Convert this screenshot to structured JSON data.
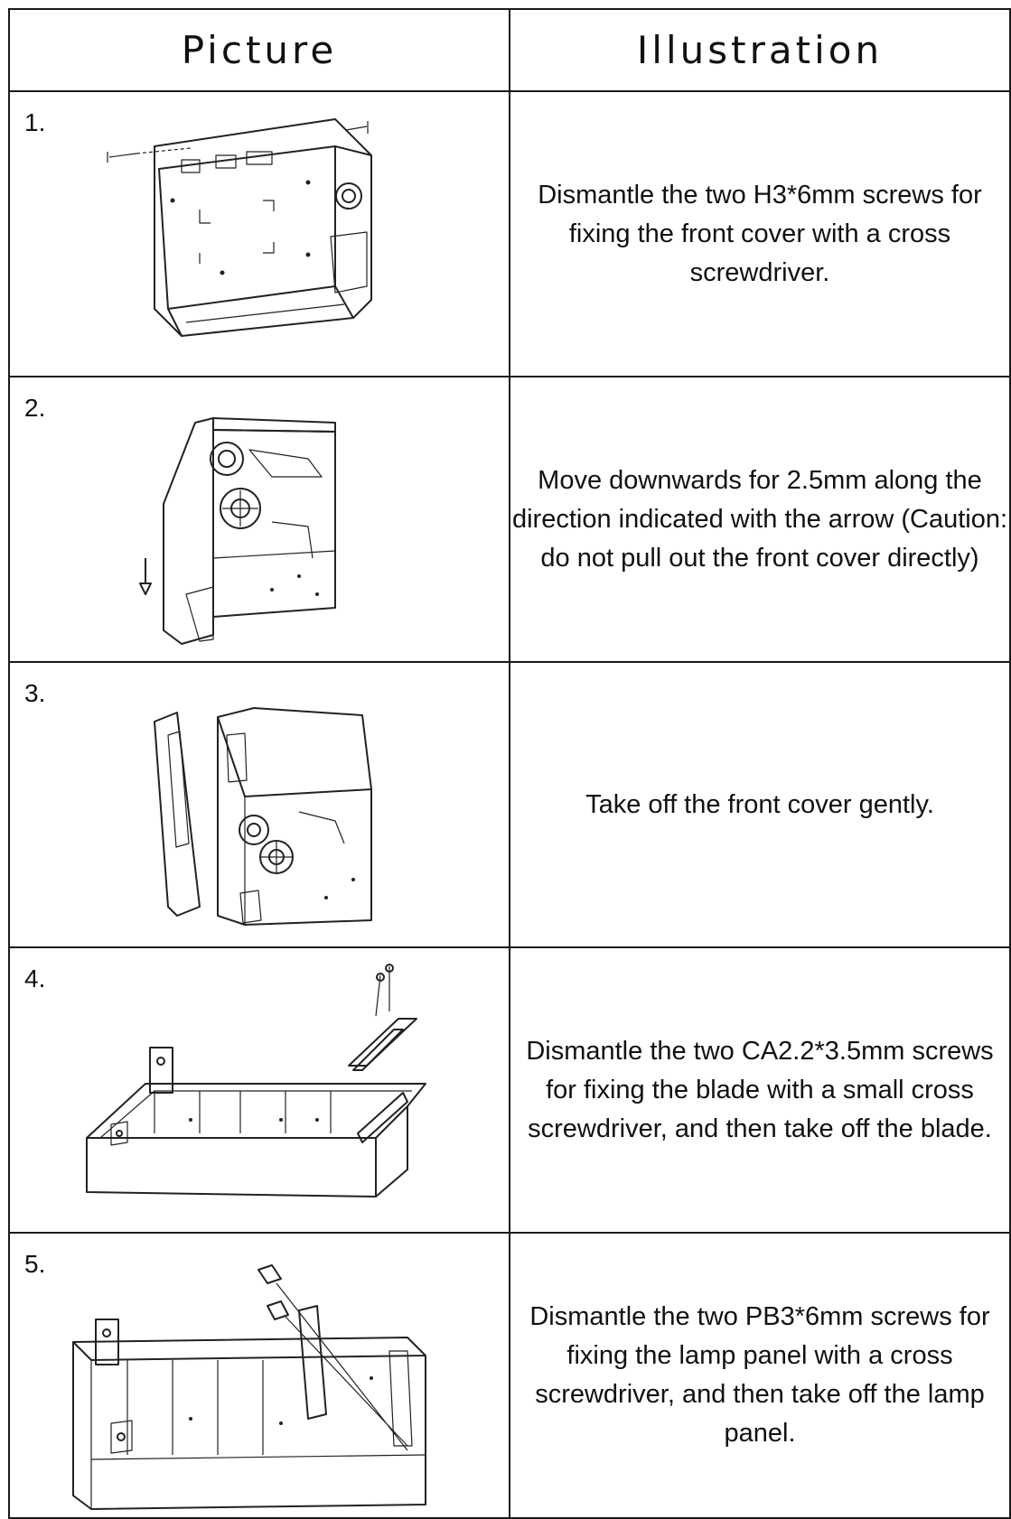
{
  "header": {
    "picture": "Picture",
    "illustration": "Illustration"
  },
  "steps": [
    {
      "number": "1.",
      "text": "Dismantle the two H3*6mm screws for fixing the front cover with a cross screwdriver."
    },
    {
      "number": "2.",
      "text": "Move downwards for 2.5mm along the direction indicated with the arrow (Caution: do not pull out the front cover directly)"
    },
    {
      "number": "3.",
      "text": "Take off the front cover gently."
    },
    {
      "number": "4.",
      "text": "Dismantle the two CA2.2*3.5mm screws for fixing the blade with a small cross screwdriver, and then take off the blade."
    },
    {
      "number": "5.",
      "text": "Dismantle the two PB3*6mm screws for fixing the lamp panel with a cross screwdriver, and then take off the lamp panel."
    }
  ]
}
